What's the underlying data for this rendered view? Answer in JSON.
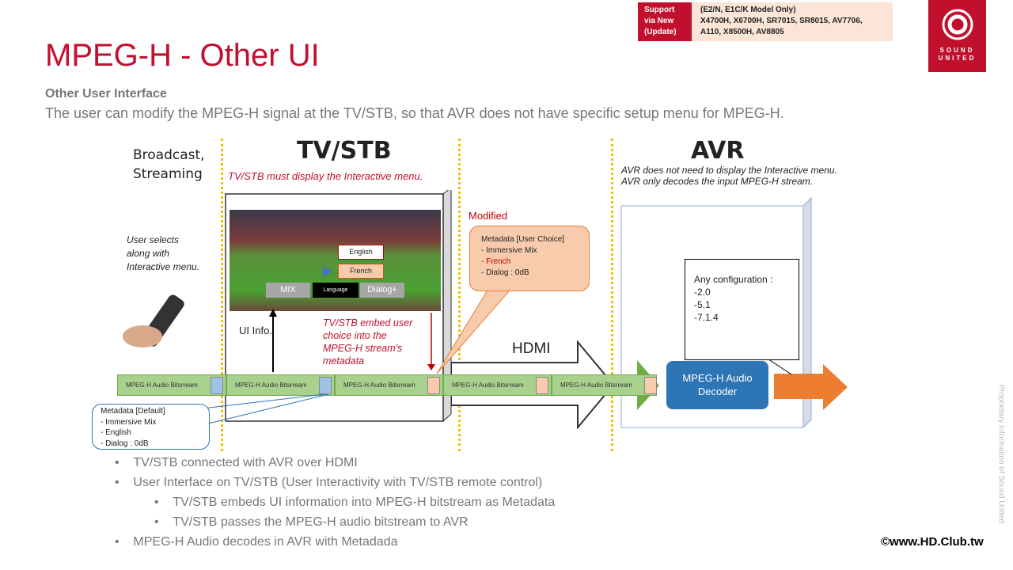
{
  "title": "MPEG-H - Other UI",
  "subtitle": "Other User Interface",
  "description": "The user can modify the MPEG-H signal at the TV/STB, so that AVR does not have specific setup menu for MPEG-H.",
  "support": {
    "label": [
      "Support",
      "via New",
      "(Update)"
    ],
    "models": [
      "(E2/N, E1C/K Model Only)",
      "X4700H, X6700H, SR7015, SR8015, AV7706,",
      "A110, X8500H, AV8805"
    ]
  },
  "logo": {
    "text": [
      "SOUND",
      "UNITED"
    ]
  },
  "diagram": {
    "broadcast": [
      "Broadcast,",
      "Streaming"
    ],
    "tvstb_title": "TV/STB",
    "tvstb_note": "TV/STB must display the Interactive menu.",
    "avr_title": "AVR",
    "avr_notes": [
      "AVR does not need to display the Interactive menu.",
      "AVR only decodes the input MPEG-H stream."
    ],
    "user_selects": [
      "User selects",
      "along with",
      "Interactive menu."
    ],
    "menu": {
      "options": [
        "English",
        "French"
      ],
      "buttons": [
        "MIX",
        "Language",
        "Dialog+"
      ]
    },
    "ui_info": "UI Info.",
    "embed_note": [
      "TV/STB embed user",
      "choice into the",
      "MPEG-H stream's",
      "metadata"
    ],
    "modified": "Modified",
    "meta_user": {
      "title": "Metadata [User Choice]",
      "items": [
        "- Immersive Mix",
        "- French",
        "- Dialog : 0dB"
      ]
    },
    "meta_default": {
      "title": "Metadata [Default]",
      "items": [
        "- Immersive Mix",
        "- English",
        "- Dialog : 0dB"
      ]
    },
    "hdmi": "HDMI",
    "bitstream": "MPEG-H Audio Bitsrream",
    "decoder": "MPEG-H Audio Decoder",
    "config": {
      "title": "Any configuration :",
      "items": [
        "-2.0",
        "-5.1",
        "-7.1.4"
      ]
    }
  },
  "bullets": [
    "TV/STB connected with AVR over HDMI",
    "User Interface on TV/STB (User Interactivity with TV/STB remote control)",
    "TV/STB embeds UI information into MPEG-H bitstream as Metadata",
    "TV/STB passes the MPEG-H audio bitstream to AVR",
    "MPEG-H Audio decodes in AVR with Metadada"
  ],
  "watermark": "Proprietary information of Sound United",
  "credit": "©www.HD.Club.tw"
}
